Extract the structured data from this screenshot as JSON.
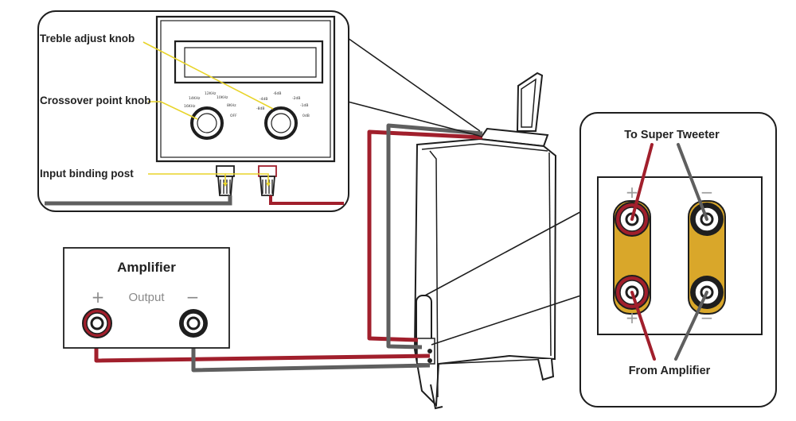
{
  "colors": {
    "positive_wire": "#a11f2c",
    "negative_wire": "#5f5f5f",
    "strap": "#d9a72a",
    "outline": "#1e1e1e",
    "panel_fill": "#ffffff"
  },
  "callout_panel": {
    "labels": {
      "treble": "Treble adjust knob",
      "crossover": "Crossover point knob",
      "input": "Input binding post"
    },
    "crossover_scale": [
      "12KHz",
      "14KHz",
      "10KHz",
      "16KHz",
      "8KHz",
      "OFF"
    ],
    "treble_scale": [
      "-6dB",
      "-4dB",
      "-2dB",
      "-8dB",
      "-1dB",
      "0dB"
    ]
  },
  "amplifier": {
    "title": "Amplifier",
    "output_label": "Output",
    "plus_symbol": "+",
    "minus_symbol": "−"
  },
  "terminal_panel": {
    "top_label": "To Super Tweeter",
    "bottom_label": "From Amplifier",
    "plus_symbol": "+",
    "minus_symbol": "−"
  }
}
